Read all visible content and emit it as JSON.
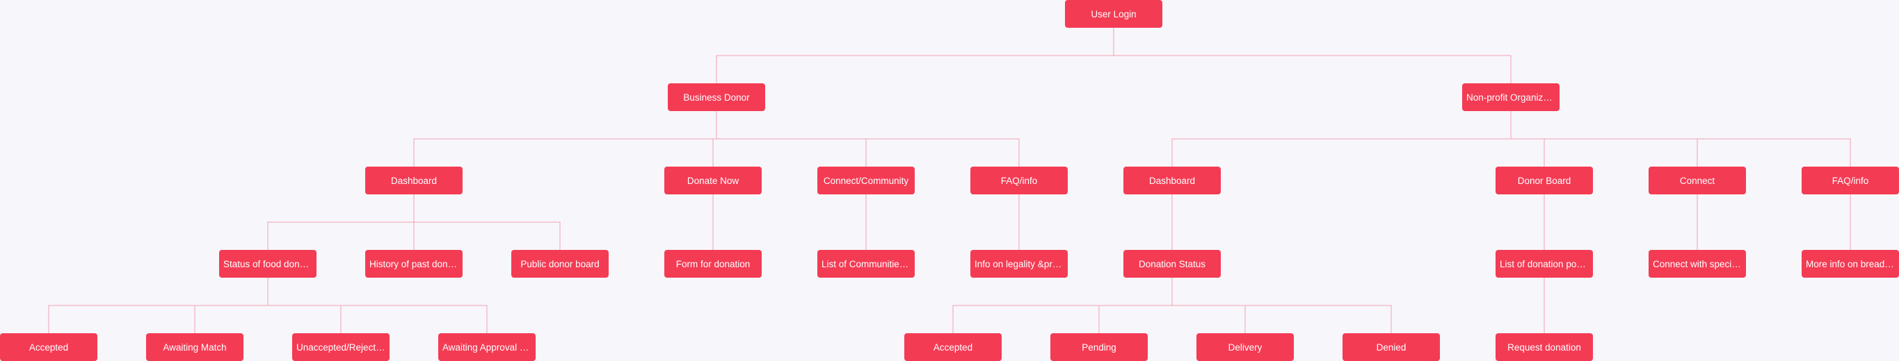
{
  "colors": {
    "background": "#f7f6fb",
    "node": "#f43b54",
    "node_text": "#ffffff",
    "link": "#f2a3b0"
  },
  "nodes": {
    "root": {
      "label": "User Login"
    },
    "business_donor": {
      "label": "Business Donor"
    },
    "nonprofit": {
      "label": "Non-profit Organizati..."
    },
    "bd_dashboard": {
      "label": "Dashboard"
    },
    "bd_donate_now": {
      "label": "Donate Now"
    },
    "bd_connect": {
      "label": "Connect/Community"
    },
    "bd_faq": {
      "label": "FAQ/info"
    },
    "bd_status": {
      "label": "Status of food donation"
    },
    "bd_history": {
      "label": "History of past donat..."
    },
    "bd_public_board": {
      "label": "Public donor board"
    },
    "bd_form": {
      "label": "Form for donation"
    },
    "bd_communities": {
      "label": "List of Communities ..."
    },
    "bd_legality": {
      "label": "Info on legality &proc..."
    },
    "bd_accepted": {
      "label": "Accepted"
    },
    "bd_awaiting_match": {
      "label": "Awaiting Match"
    },
    "bd_unaccepted": {
      "label": "Unaccepted/Rejected"
    },
    "bd_awaiting_approval": {
      "label": "Awaiting Approval (fr..."
    },
    "np_dashboard": {
      "label": "Dashboard"
    },
    "np_donor_board": {
      "label": "Donor Board"
    },
    "np_connect": {
      "label": "Connect"
    },
    "np_faq": {
      "label": "FAQ/info"
    },
    "np_donation_status": {
      "label": "Donation Status"
    },
    "np_list_postings": {
      "label": "List of donation posti..."
    },
    "np_connect_specific": {
      "label": "Connect with specific..."
    },
    "np_more_info": {
      "label": "More info on breadpl..."
    },
    "np_accepted": {
      "label": "Accepted"
    },
    "np_pending": {
      "label": "Pending"
    },
    "np_delivery": {
      "label": "Delivery"
    },
    "np_denied": {
      "label": "Denied"
    },
    "np_request": {
      "label": "Request donation"
    }
  }
}
